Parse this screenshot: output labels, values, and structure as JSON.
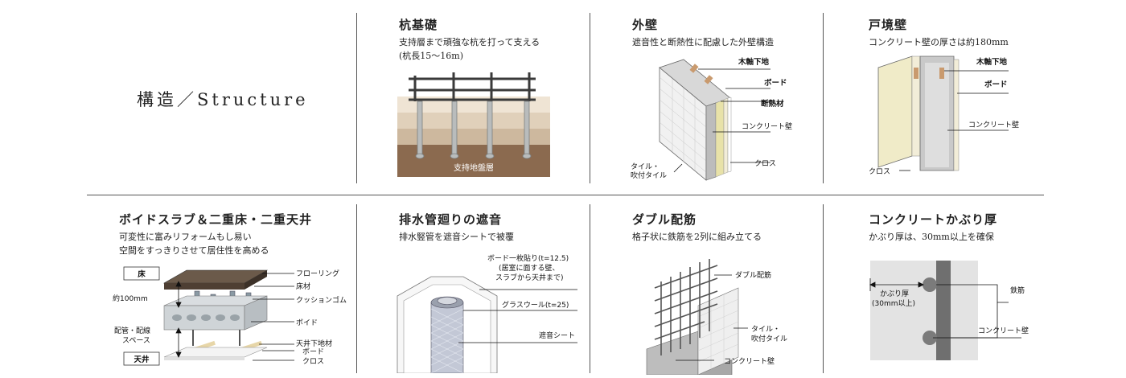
{
  "page": {
    "main_title": "構造／Structure"
  },
  "sections": {
    "pile": {
      "title": "杭基礎",
      "desc_line1": "支持層まで頑強な杭を打って支える",
      "desc_line2": "(杭長15～16m)",
      "label_ground": "支持地盤層"
    },
    "outer_wall": {
      "title": "外壁",
      "desc": "遮音性と断熱性に配慮した外壁構造",
      "labels": {
        "wood_frame": "木軸下地",
        "board": "ボード",
        "insulation": "断熱材",
        "concrete": "コンクリート壁",
        "cloth": "クロス",
        "tile_line1": "タイル・",
        "tile_line2": "吹付タイル"
      }
    },
    "party_wall": {
      "title": "戸境壁",
      "desc": "コンクリート壁の厚さは約180mm",
      "labels": {
        "wood_frame": "木軸下地",
        "board": "ボード",
        "concrete": "コンクリート壁",
        "cloth": "クロス"
      }
    },
    "void_slab": {
      "title": "ボイドスラブ＆二重床・二重天井",
      "desc_line1": "可変性に富みリフォームもし易い",
      "desc_line2": "空間をすっきりさせて居住性を高める",
      "labels": {
        "floor": "床",
        "ceiling": "天井",
        "about_100mm": "約100mm",
        "piping_line1": "配管・配線",
        "piping_line2": "スペース",
        "flooring": "フローリング",
        "floor_material": "床材",
        "cushion_rubber": "クッションゴム",
        "void": "ボイド",
        "ceiling_base": "天井下地材",
        "board": "ボード",
        "cloth": "クロス"
      }
    },
    "drain": {
      "title": "排水管廻りの遮音",
      "desc": "排水竪管を遮音シートで被覆",
      "labels": {
        "board_line1": "ボード一枚貼り(t=12.5)",
        "board_line2": "(居室に面する壁、",
        "board_line3": "スラブから天井まで)",
        "glass_wool": "グラスウール(t=25)",
        "sound_sheet": "遮音シート"
      }
    },
    "double_rebar": {
      "title": "ダブル配筋",
      "desc": "格子状に鉄筋を2列に組み立てる",
      "labels": {
        "double_rebar": "ダブル配筋",
        "tile_line1": "タイル・",
        "tile_line2": "吹付タイル",
        "concrete": "コンクリート壁"
      }
    },
    "cover": {
      "title": "コンクリートかぶり厚",
      "desc": "かぶり厚は、30mm以上を確保",
      "labels": {
        "cover_line1": "かぶり厚",
        "cover_line2": "(30mm以上)",
        "rebar": "鉄筋",
        "concrete": "コンクリート壁"
      }
    }
  },
  "colors": {
    "divider": "#555555",
    "soil_light": "#e8dccb",
    "soil_mid": "#c6b49c",
    "soil_dark": "#8a6a4e",
    "insulation": "#e8e2a8",
    "concrete": "#cfcfcf",
    "board": "#f2edd8",
    "wood": "#c99a6e"
  }
}
